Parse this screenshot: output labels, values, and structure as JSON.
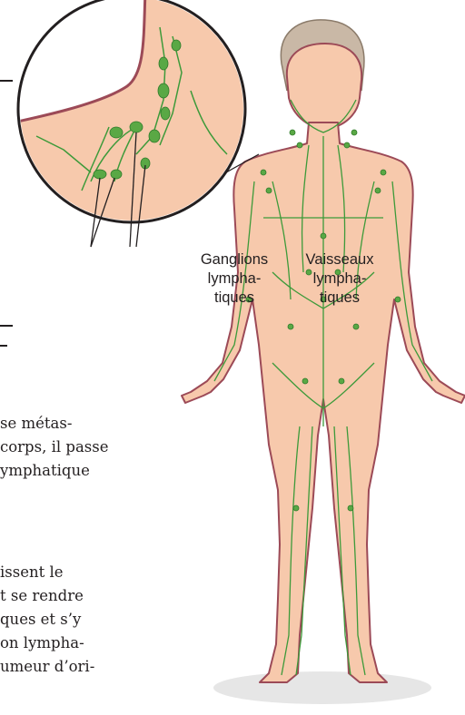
{
  "labels": {
    "ganglions": [
      "Ganglions",
      "lympha-",
      "tiques"
    ],
    "vaisseaux": [
      "Vaisseaux",
      "lympha-",
      "tiques"
    ]
  },
  "text_lines": [
    "se métas-",
    "corps, il passe",
    "ymphatique",
    "issent le",
    "t se rendre",
    "ques et s’y",
    "on lympha-",
    "umeur d’ori-"
  ],
  "colors": {
    "skin": "#f7c9ac",
    "skin_outline": "#9c4a57",
    "lymph": "#3d9a3a",
    "node": "#5aa845",
    "text": "#231f20"
  }
}
